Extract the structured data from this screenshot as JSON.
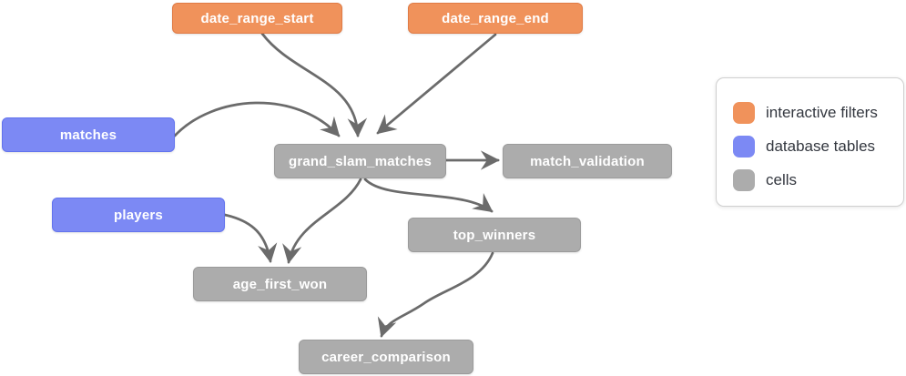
{
  "graph": {
    "nodes": [
      {
        "id": "date_range_start",
        "label": "date_range_start",
        "type": "interactive_filter"
      },
      {
        "id": "date_range_end",
        "label": "date_range_end",
        "type": "interactive_filter"
      },
      {
        "id": "matches",
        "label": "matches",
        "type": "database_table"
      },
      {
        "id": "players",
        "label": "players",
        "type": "database_table"
      },
      {
        "id": "grand_slam_matches",
        "label": "grand_slam_matches",
        "type": "cell"
      },
      {
        "id": "match_validation",
        "label": "match_validation",
        "type": "cell"
      },
      {
        "id": "top_winners",
        "label": "top_winners",
        "type": "cell"
      },
      {
        "id": "age_first_won",
        "label": "age_first_won",
        "type": "cell"
      },
      {
        "id": "career_comparison",
        "label": "career_comparison",
        "type": "cell"
      }
    ],
    "edges": [
      {
        "from": "date_range_start",
        "to": "grand_slam_matches"
      },
      {
        "from": "date_range_end",
        "to": "grand_slam_matches"
      },
      {
        "from": "matches",
        "to": "grand_slam_matches"
      },
      {
        "from": "players",
        "to": "age_first_won"
      },
      {
        "from": "grand_slam_matches",
        "to": "match_validation"
      },
      {
        "from": "grand_slam_matches",
        "to": "age_first_won"
      },
      {
        "from": "grand_slam_matches",
        "to": "top_winners"
      },
      {
        "from": "top_winners",
        "to": "career_comparison"
      }
    ]
  },
  "legend": {
    "items": [
      {
        "label": "interactive filters",
        "color": "#F0925B"
      },
      {
        "label": "database tables",
        "color": "#7C89F4"
      },
      {
        "label": "cells",
        "color": "#ACACAC"
      }
    ]
  },
  "colors": {
    "interactive_filter": "#F0925B",
    "database_table": "#7C89F4",
    "cell": "#ACACAC",
    "edge": "#6B6B6B",
    "node_text": "#FFFFFF",
    "legend_text": "#33373F"
  }
}
